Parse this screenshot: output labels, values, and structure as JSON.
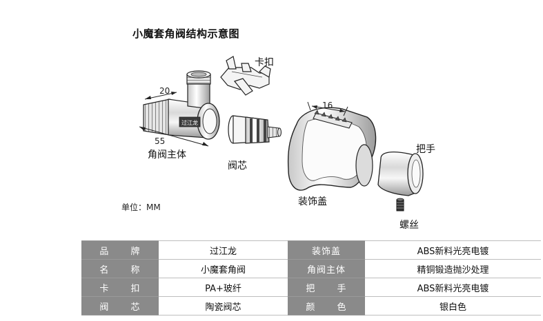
{
  "title": "小魔套角阀结构示意图",
  "labels": {
    "main_body": "角阀主体",
    "valve_core": "阀芯",
    "clip": "卡扣",
    "cover": "装饰盖",
    "handle": "把手",
    "screw": "螺丝"
  },
  "dimensions": {
    "d20": "20",
    "d55": "55",
    "d16": "16"
  },
  "brand_mark": "过江龙",
  "unit": "单位：MM",
  "specs": [
    {
      "k1": "品 牌",
      "v1": "过江龙",
      "k2": "装饰盖",
      "v2": "ABS新料光亮电镀"
    },
    {
      "k1": "名 称",
      "v1": "小魔套角阀",
      "k2": "角阀主体",
      "v2": "精铜锻造抛沙处理"
    },
    {
      "k1": "卡 扣",
      "v1": "PA+玻纤",
      "k2": "把 手",
      "v2": "ABS新料光亮电镀"
    },
    {
      "k1": "阀 芯",
      "v1": "陶瓷阀芯",
      "k2": "颜 色",
      "v2": "银白色"
    }
  ],
  "colors": {
    "header_cell": "#8a8a8a",
    "line": "#222222"
  }
}
